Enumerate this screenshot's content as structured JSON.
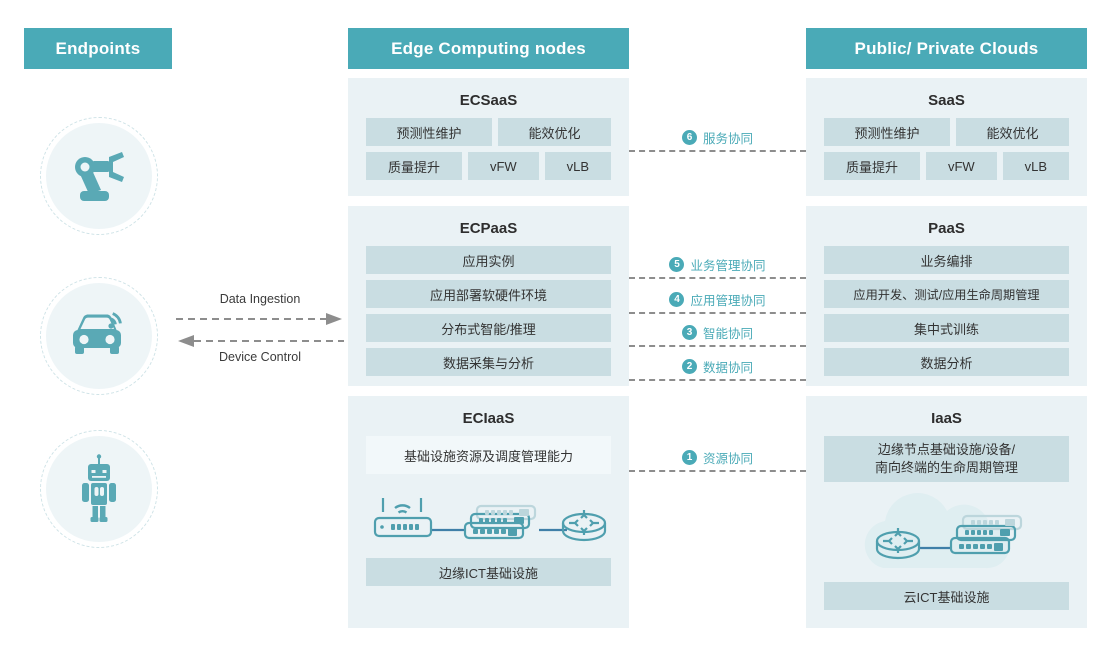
{
  "headers": {
    "endpoints": "Endpoints",
    "edge": "Edge Computing nodes",
    "cloud": "Public/ Private Clouds"
  },
  "endpoints": {
    "items": [
      {
        "icon": "robot-arm-icon"
      },
      {
        "icon": "connected-car-icon"
      },
      {
        "icon": "robot-icon"
      }
    ]
  },
  "flows": {
    "ingest": "Data Ingestion",
    "control": "Device Control"
  },
  "edge": {
    "saas": {
      "title": "ECSaaS",
      "row1": [
        "预测性维护",
        "能效优化"
      ],
      "row2": [
        "质量提升",
        "vFW",
        "vLB"
      ]
    },
    "paas": {
      "title": "ECPaaS",
      "rows": [
        "应用实例",
        "应用部署软硬件环境",
        "分布式智能/推理",
        "数据采集与分析"
      ]
    },
    "iaas": {
      "title": "ECIaaS",
      "capability": "基础设施资源及调度管理能力",
      "footer": "边缘ICT基础设施",
      "art": "network-devices-icon"
    }
  },
  "cloud": {
    "saas": {
      "title": "SaaS",
      "row1": [
        "预测性维护",
        "能效优化"
      ],
      "row2": [
        "质量提升",
        "vFW",
        "vLB"
      ]
    },
    "paas": {
      "title": "PaaS",
      "rows": [
        "业务编排",
        "应用开发、测试/应用生命周期管理",
        "集中式训练",
        "数据分析"
      ]
    },
    "iaas": {
      "title": "IaaS",
      "capability_line1": "边缘节点基础设施/设备/",
      "capability_line2": "南向终端的生命周期管理",
      "footer": "云ICT基础设施",
      "art": "cloud-network-icon"
    }
  },
  "connectors": [
    {
      "num": "6",
      "label": "服务协同"
    },
    {
      "num": "5",
      "label": "业务管理协同"
    },
    {
      "num": "4",
      "label": "应用管理协同"
    },
    {
      "num": "3",
      "label": "智能协同"
    },
    {
      "num": "2",
      "label": "数据协同"
    },
    {
      "num": "1",
      "label": "资源协同"
    }
  ],
  "colors": {
    "header": "#4aaab7",
    "section_bg": "#eaf2f5",
    "tile": "#c9dde2",
    "tile_pale": "#f2f8fa",
    "accent_text": "#4aaab7",
    "dash": "#8d8d8d"
  }
}
